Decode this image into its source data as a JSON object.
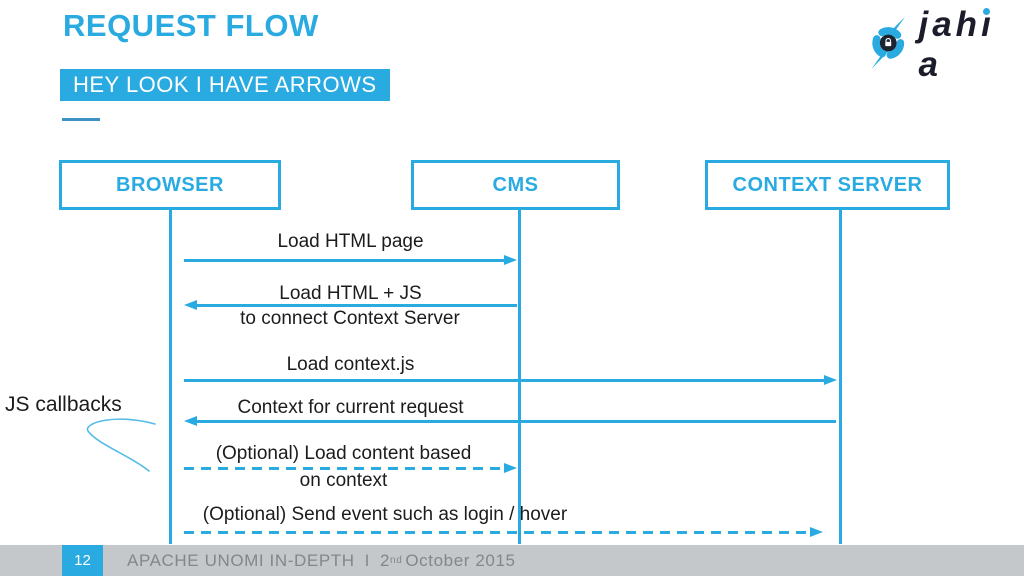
{
  "colors": {
    "accent": "#29abe2",
    "text_dark": "#1c1c1c",
    "footer_bar": "#c5c8ca",
    "footer_text": "#82878c",
    "subtitle_text": "#ffffff"
  },
  "header": {
    "title": "REQUEST FLOW",
    "subtitle": "HEY LOOK I HAVE ARROWS"
  },
  "logo": {
    "icon": "jahia-bolt-icon",
    "brand_prefix": "jah",
    "brand_i": "ı",
    "brand_suffix": "a"
  },
  "actors": {
    "browser": "BROWSER",
    "cms": "CMS",
    "context_server": "CONTEXT SERVER"
  },
  "messages": [
    {
      "line1": "Load HTML page",
      "from": "browser",
      "to": "cms",
      "style": "solid"
    },
    {
      "line1": "Load HTML + JS",
      "line2": "to connect Context Server",
      "from": "cms",
      "to": "browser",
      "style": "solid"
    },
    {
      "line1": "Load context.js",
      "from": "browser",
      "to": "context_server",
      "style": "solid"
    },
    {
      "line1": "Context for current request",
      "from": "context_server",
      "to": "browser",
      "style": "solid"
    },
    {
      "line1": "(Optional) Load content based",
      "line2": "on context",
      "from": "browser",
      "to": "cms",
      "style": "dashed"
    },
    {
      "line1": "(Optional) Send event such as login / hover",
      "from": "browser",
      "to": "context_server",
      "style": "dashed"
    }
  ],
  "side_label": "JS callbacks",
  "footer": {
    "page": "12",
    "deck_title": "APACHE UNOMI IN-DEPTH",
    "separator": "I",
    "date_day": "2",
    "date_ordinal": "nd",
    "date_rest": "October 2015"
  }
}
